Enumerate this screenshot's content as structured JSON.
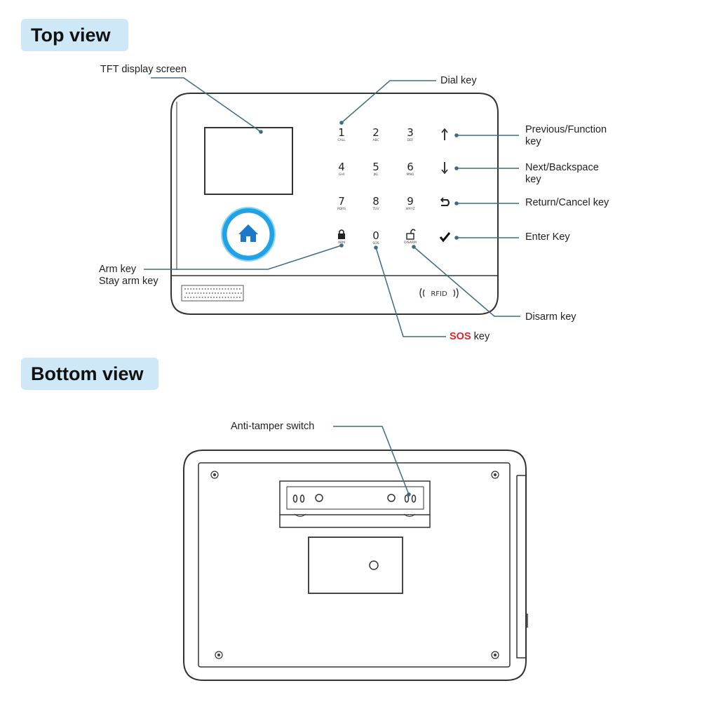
{
  "sections": {
    "top_view": "Top view",
    "bottom_view": "Bottom view"
  },
  "callouts": {
    "tft": "TFT display screen",
    "dial": "Dial key",
    "prev_line1": "Previous/Function",
    "prev_line2": "key",
    "next_line1": "Next/Backspace",
    "next_line2": "key",
    "return": "Return/Cancel key",
    "enter": "Enter Key",
    "arm_line1": "Arm key",
    "arm_line2": "Stay arm key",
    "disarm": "Disarm key",
    "sos_prefix": "SOS",
    "sos_suffix": " key",
    "anti_tamper": "Anti-tamper switch"
  },
  "keypad": {
    "keys": [
      {
        "digit": "1",
        "sub": "CALL"
      },
      {
        "digit": "2",
        "sub": "ABC"
      },
      {
        "digit": "3",
        "sub": "DEF"
      },
      {
        "digit": "4",
        "sub": "GHI"
      },
      {
        "digit": "5",
        "sub": "JKL"
      },
      {
        "digit": "6",
        "sub": "MNO"
      },
      {
        "digit": "7",
        "sub": "PQRS"
      },
      {
        "digit": "8",
        "sub": "TUV"
      },
      {
        "digit": "9",
        "sub": "WXYZ"
      },
      {
        "digit": "",
        "sub": "ARM"
      },
      {
        "digit": "0",
        "sub": "SOS"
      },
      {
        "digit": "",
        "sub": "DISARM"
      }
    ],
    "rfid_label": "RFID"
  },
  "colors": {
    "leader_line": "#3d6b86",
    "badge_bg": "#cfe8f7",
    "home_ring": "#1fa3e6",
    "sos": "#e8222a",
    "outline": "#333333"
  },
  "icons": [
    "home-icon",
    "lock-icon",
    "unlock-icon",
    "up-arrow-icon",
    "down-arrow-icon",
    "return-icon",
    "check-icon",
    "rfid-icon"
  ]
}
